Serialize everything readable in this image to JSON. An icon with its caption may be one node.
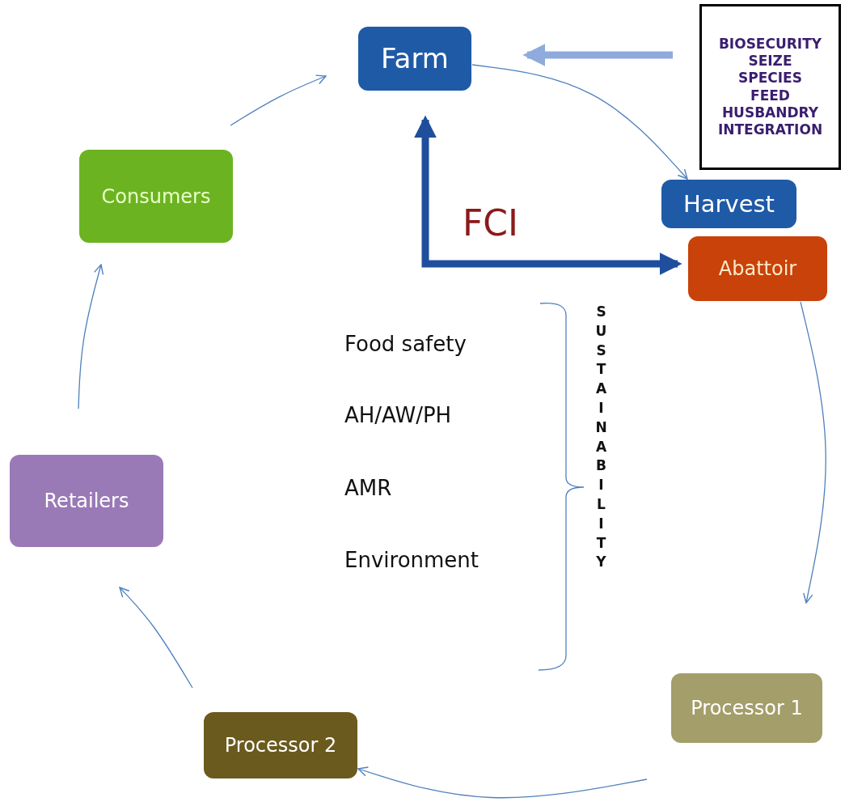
{
  "diagram": {
    "nodes": [
      {
        "text": [
          "Farm"
        ]
      },
      {
        "text": [
          "BIOSECURITY",
          "SEIZE",
          "SPECIES",
          "FEED",
          "HUSBANDRY",
          "INTEGRATION"
        ]
      },
      {
        "text": [
          "Harvest"
        ]
      },
      {
        "text": [
          "Abattoir"
        ]
      },
      {
        "text": [
          "Processor 1"
        ]
      },
      {
        "text": [
          "Processor 2"
        ]
      },
      {
        "text": [
          "Retailers"
        ]
      },
      {
        "text": [
          "Consumers"
        ]
      }
    ],
    "edges": [
      {
        "from": 7,
        "to": 0,
        "arrow": "to"
      },
      {
        "from": 0,
        "to": 2,
        "arrow": "to"
      },
      {
        "from": 1,
        "to": 0,
        "arrow": "to",
        "style": "thick",
        "color": "#8faadc"
      },
      {
        "from": 0,
        "to": 3,
        "arrow": "both",
        "label": "FCI",
        "style": "thick",
        "color": "#1f4e9c"
      },
      {
        "from": 3,
        "to": 4,
        "arrow": "to"
      },
      {
        "from": 4,
        "to": 5,
        "arrow": "to"
      },
      {
        "from": 5,
        "to": 6,
        "arrow": "to"
      },
      {
        "from": 6,
        "to": 7,
        "arrow": "to"
      }
    ],
    "labels": [
      "Food safety",
      "AH/AW/PH",
      "AMR",
      "Environment",
      "SUSTAINABILITY"
    ]
  }
}
